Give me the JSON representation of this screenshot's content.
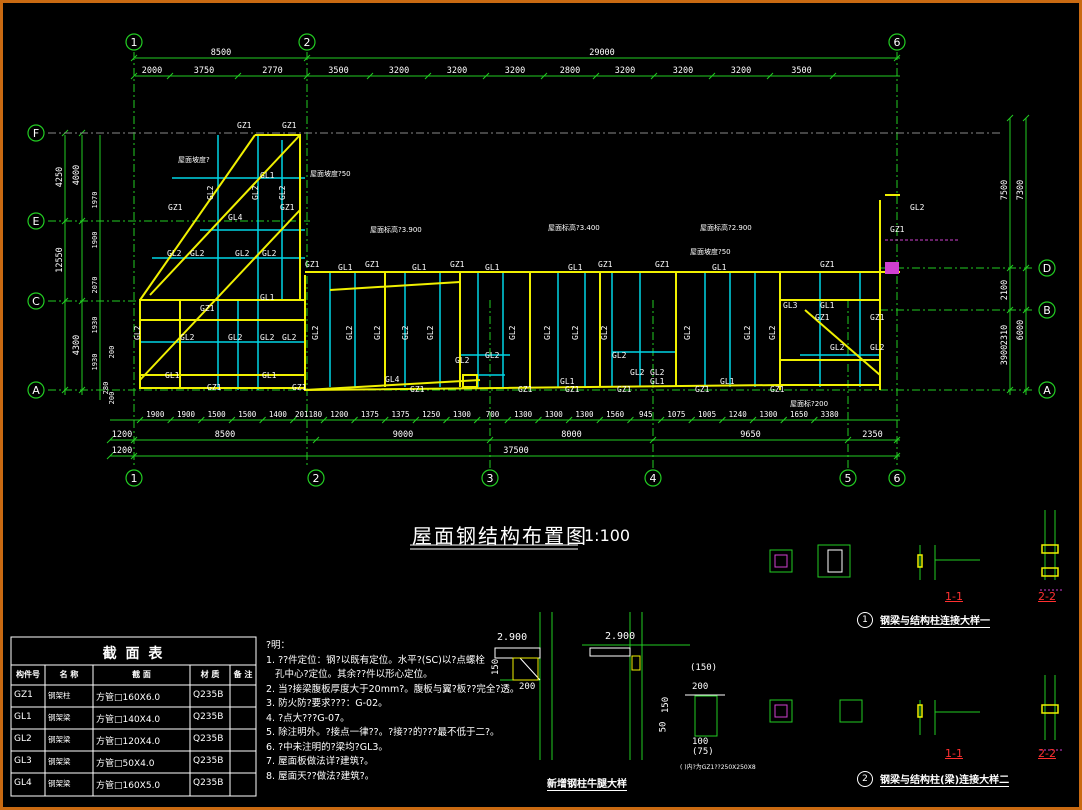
{
  "drawing_title": "屋面钢结构布置图",
  "drawing_scale": "1:100",
  "top_axes": [
    "1",
    "2",
    "6"
  ],
  "bottom_axes": [
    "1",
    "2",
    "3",
    "4",
    "5",
    "6"
  ],
  "left_axes": [
    "F",
    "E",
    "C",
    "A"
  ],
  "right_axes": [
    "D",
    "B",
    "A"
  ],
  "top_dims_overall": [
    "8500",
    "29000"
  ],
  "top_dims_segments": [
    "2000",
    "3750",
    "2770",
    "3500",
    "3200",
    "3200",
    "3200",
    "2800",
    "3200",
    "3200",
    "3200",
    "3500"
  ],
  "bottom_dims_row1": [
    "1900",
    "1900",
    "1500",
    "1500",
    "1400",
    "201180",
    "1200",
    "1375",
    "1375",
    "1250",
    "1300",
    "700",
    "1300",
    "1300",
    "1300",
    "1560",
    "945",
    "1075",
    "1005",
    "1240",
    "1300",
    "1650",
    "3380"
  ],
  "bottom_dims_row2": [
    "1200",
    "8500",
    "9000",
    "8000",
    "9650",
    "2350"
  ],
  "bottom_dims_total": [
    "1200",
    "37500"
  ],
  "left_dims": [
    "4250",
    "12550",
    "1970",
    "1900",
    "4000",
    "2070",
    "1930",
    "4300",
    "1930",
    "200",
    "200",
    "280"
  ],
  "right_dims": [
    "7500",
    "7300",
    "2100",
    "2310",
    "6000",
    "3900"
  ],
  "members": {
    "gz1": "GZ1",
    "gl1": "GL1",
    "gl2": "GL2",
    "gl3": "GL3",
    "gl4": "GL4"
  },
  "slope_notes": [
    "屋面坡度?",
    "屋面坡度?50",
    "屋面坡度?50",
    "屋面标高?3.900",
    "屋面标高?3.400",
    "屋面标高?2.900",
    "屋面标?200"
  ],
  "sections_table": {
    "title": "截 面 表",
    "headers": [
      "构件号",
      "名 称",
      "截 面",
      "材 质",
      "备 注"
    ],
    "rows": [
      [
        "GZ1",
        "钢架柱",
        "方管□160X6.0",
        "Q235B",
        ""
      ],
      [
        "GL1",
        "钢架梁",
        "方管□140X4.0",
        "Q235B",
        ""
      ],
      [
        "GL2",
        "钢架梁",
        "方管□120X4.0",
        "Q235B",
        ""
      ],
      [
        "GL3",
        "钢架梁",
        "方管□50X4.0",
        "Q235B",
        ""
      ],
      [
        "GL4",
        "钢架梁",
        "方管□160X5.0",
        "Q235B",
        ""
      ]
    ]
  },
  "notes": {
    "heading": "?明：",
    "items": [
      "1. ??件定位：钢?以既有定位。水平?(SC)以?点螺栓",
      "   孔中心?定位。其余??件以形心定位。",
      "2. 当?接梁腹板厚度大于20mm?。腹板与翼?板??完全?透。",
      "3. 防火防?要求???：G-02。",
      "4. ?点大???G-07。",
      "5. 除注明外。?接点一律??。?接??的???最不低于二?。",
      "6. ?中未注明的?梁均?GL3。",
      "7. 屋面板做法详?建筑?。",
      "8. 屋面天??做法?建筑?。"
    ]
  },
  "detail_corbel": {
    "title": "新增钢柱牛腿大样",
    "elev1": "2.900",
    "elev2": "2.900",
    "dims": [
      "150",
      "200",
      "200",
      "(150)",
      "50",
      "150",
      "100",
      "(75)"
    ],
    "note": "( )内?为GZ1??250X250X8"
  },
  "detail_1": {
    "label": "1",
    "title": "钢梁与结构柱连接大样一",
    "section1": "1-1",
    "section2": "2-2"
  },
  "detail_2": {
    "label": "2",
    "title": "钢梁与结构柱(梁)连接大样二",
    "section1": "1-1",
    "section2": "2-2"
  },
  "colors": {
    "frame": "#c96a12",
    "grid": "#22cc22",
    "beam_main": "#f0f000",
    "beam_secondary": "#00d6e6",
    "text": "#ffffff",
    "dashed": "#d040d0"
  }
}
